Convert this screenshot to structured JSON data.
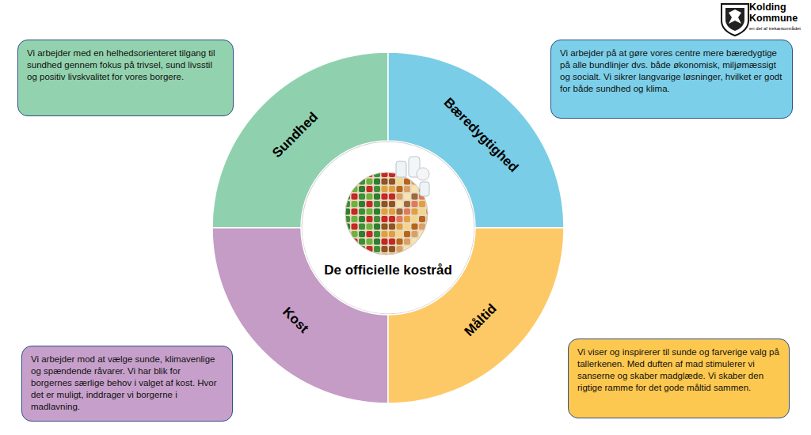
{
  "diagram": {
    "nodes": [
      {
        "text": [
          "Vi arbejder med en helhedsorienteret tilgang til sundhed gennem fokus på trivsel, sund livsstil og positiv livskvalitet for vores borgere."
        ]
      },
      {
        "text": [
          "Vi arbejder på at gøre vores centre mere bæredygtige på alle bundlinjer dvs. både økonomisk, miljømæssigt og socialt. Vi sikrer langvarige løsninger, hvilket er godt for både sundhed og klima."
        ]
      },
      {
        "text": [
          "Sundhed"
        ]
      },
      {
        "text": [
          "Bæredygtighed"
        ]
      },
      {
        "text": [
          "De officielle kostråd"
        ]
      },
      {
        "text": [
          "Kost"
        ]
      },
      {
        "text": [
          "Måltid"
        ]
      },
      {
        "text": [
          "Vi arbejder mod at vælge sunde, klimavenlige og spændende råvarer. Vi har blik for borgernes særlige behov i valget af kost. Hvor det er muligt, inddrager vi borgerne i madlavning."
        ]
      },
      {
        "text": [
          "Vi viser og inspirerer til sunde og farverige valg på tallerkenen. Med duften af mad stimulerer vi sanserne og skaber madglæde. Vi skaber den rigtige ramme for det gode måltid sammen."
        ]
      }
    ],
    "labels": [
      "Kolding Kommune",
      "en del af trekantområdet"
    ]
  }
}
